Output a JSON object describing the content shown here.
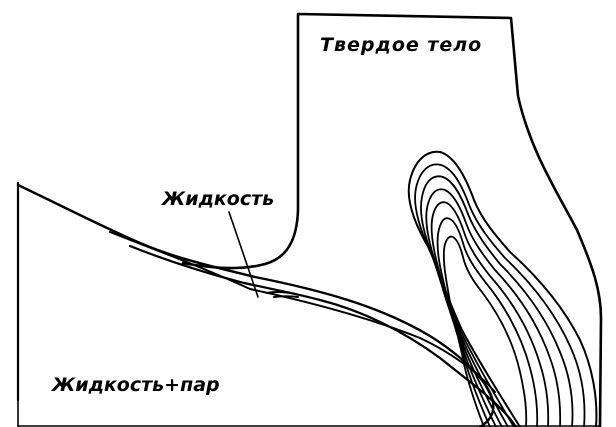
{
  "regions": {
    "solid": "Твердое тело",
    "liquid": "Жидкость",
    "liquid_vapor": "Жидкость+пар"
  },
  "colors": {
    "line": "#000000",
    "background": "#ffffff"
  }
}
